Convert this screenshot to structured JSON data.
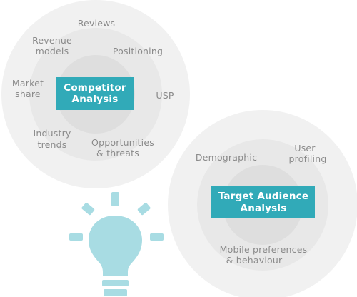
{
  "colors": {
    "outer_ring": "#f1f1f1",
    "middle_ring": "#e8e8e8",
    "inner_ring": "#dedede",
    "box_fill": "#31aab8",
    "label_text": "#8a8a8a",
    "bulb": "#a8dce3"
  },
  "competitor": {
    "title_line1": "Competitor",
    "title_line2": "Analysis",
    "labels": {
      "reviews": "Reviews",
      "revenue_line1": "Revenue",
      "revenue_line2": "models",
      "positioning": "Positioning",
      "market_line1": "Market",
      "market_line2": "share",
      "usp": "USP",
      "industry_line1": "Industry",
      "industry_line2": "trends",
      "opps_line1": "Opportunities",
      "opps_line2": "& threats"
    }
  },
  "target": {
    "title_line1": "Target Audience",
    "title_line2": "Analysis",
    "labels": {
      "demographic": "Demographic",
      "user_line1": "User",
      "user_line2": "profiling",
      "mobile_line1": "Mobile preferences",
      "mobile_line2": "& behaviour"
    }
  },
  "icon": "lightbulb-icon"
}
